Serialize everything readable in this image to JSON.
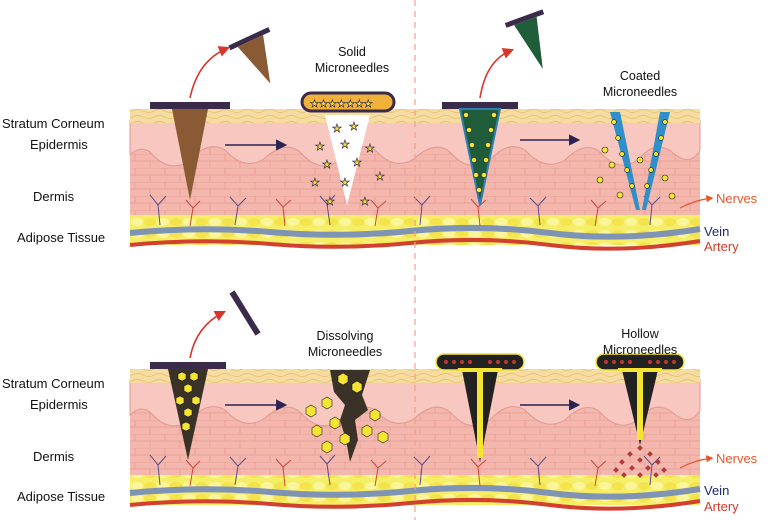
{
  "layers": {
    "stratum_corneum": "Stratum Corneum",
    "epidermis": "Epidermis",
    "dermis": "Dermis",
    "adipose": "Adipose Tissue"
  },
  "side_labels": {
    "nerves": "Nerves",
    "vein": "Vein",
    "artery": "Artery"
  },
  "panels": {
    "solid": {
      "line1": "Solid",
      "line2": "Microneedles"
    },
    "coated": {
      "line1": "Coated",
      "line2": "Microneedles"
    },
    "dissolving": {
      "line1": "Dissolving",
      "line2": "Microneedles"
    },
    "hollow": {
      "line1": "Hollow",
      "line2": "Microneedles"
    }
  },
  "colors": {
    "solid_needle": "#8a5a34",
    "coated_needle": "#1f5c3a",
    "coating_dots": "#f5e431",
    "dissolving_needle": "#3a3226",
    "hollow_needle": "#222222",
    "applicator": "#3a2b4a",
    "nerves_label": "#e8562a",
    "vein_label": "#1d2a6b",
    "artery_label": "#d63a2a"
  }
}
